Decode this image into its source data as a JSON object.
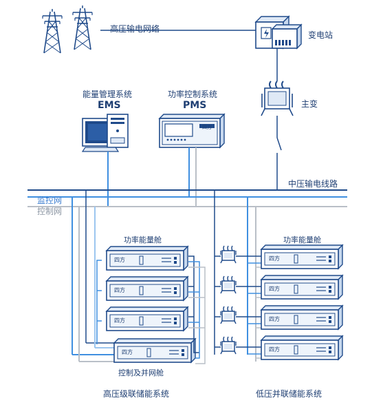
{
  "colors": {
    "navy": "#1f4a8a",
    "blue_line": "#3f8fe0",
    "light_blue_line": "#9cc6ef",
    "gray_line": "#b9bfc7",
    "device_fill": "#dfe9f6",
    "white": "#ffffff"
  },
  "top": {
    "grid_label": "高压输电网络",
    "substation_label": "变电站",
    "transformer_label": "主变"
  },
  "systems": {
    "ems_title": "能量管理系统",
    "ems_abbr": "EMS",
    "pms_title": "功率控制系统",
    "pms_abbr": "PMS",
    "pms_brand": "四方"
  },
  "networks": {
    "mv_line_label": "中压输电线路",
    "monitor_net_label": "监控网",
    "control_net_label": "控制网"
  },
  "left_group": {
    "cabin_label": "功率能量舱",
    "brand": "四方",
    "control_cabin_label": "控制及并网舱",
    "system_label": "高压级联储能系统"
  },
  "right_group": {
    "cabin_label": "功率能量舱",
    "brand": "四方",
    "system_label": "低压并联储能系统"
  }
}
